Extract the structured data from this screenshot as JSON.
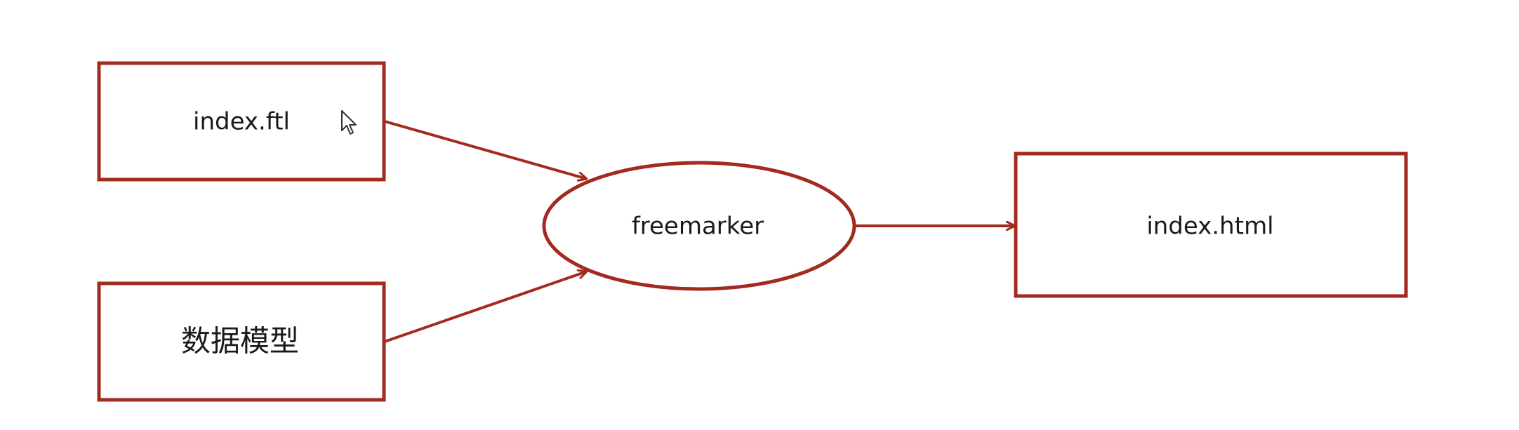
{
  "diagram": {
    "accent_color": "#A32A1E",
    "text_color": "#1a1a1a",
    "nodes": {
      "template_file": {
        "label": "index.ftl",
        "shape": "rectangle"
      },
      "data_model": {
        "label": "数据模型",
        "shape": "rectangle"
      },
      "engine": {
        "label": "freemarker",
        "shape": "ellipse"
      },
      "output_file": {
        "label": "index.html",
        "shape": "rectangle"
      }
    },
    "edges": [
      {
        "from": "template_file",
        "to": "engine"
      },
      {
        "from": "data_model",
        "to": "engine"
      },
      {
        "from": "engine",
        "to": "output_file"
      }
    ],
    "cursor_icon": "mouse-pointer-icon"
  }
}
